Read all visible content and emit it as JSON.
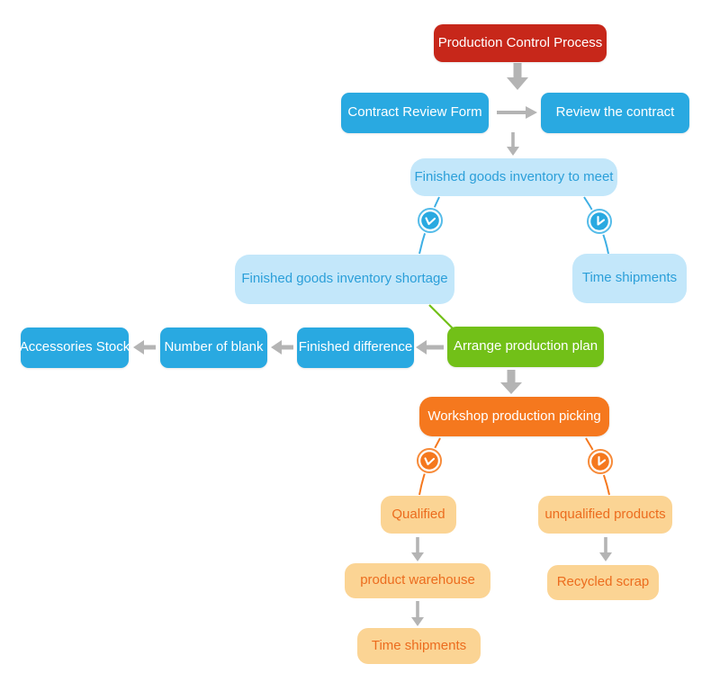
{
  "diagram_title": "Production Control Process",
  "palette": {
    "red": "#c7271a",
    "blue": "#29a9e1",
    "light_blue_fill": "#c3e7fa",
    "light_blue_text": "#2b9fd9",
    "green": "#72c018",
    "orange": "#f5781e",
    "light_orange_fill": "#fbd494",
    "light_orange_text": "#ec6c1e",
    "connector_gray": "#b4b4b4"
  },
  "nodes": [
    {
      "id": "production-control-process",
      "label": "Production Control Process",
      "style": "red"
    },
    {
      "id": "contract-review-form",
      "label": "Contract Review Form",
      "style": "blue"
    },
    {
      "id": "review-the-contract",
      "label": "Review the contract",
      "style": "blue"
    },
    {
      "id": "finished-goods-inventory-to-meet",
      "label": "Finished goods inventory to meet",
      "style": "lightblue"
    },
    {
      "id": "finished-goods-inventory-shortage",
      "label": "Finished goods inventory shortage",
      "style": "lightblue"
    },
    {
      "id": "time-shipments-upper",
      "label": "Time shipments",
      "style": "lightblue"
    },
    {
      "id": "accessories-stock",
      "label": "Accessories Stock",
      "style": "blue"
    },
    {
      "id": "number-of-blank",
      "label": "Number of blank",
      "style": "blue"
    },
    {
      "id": "finished-difference",
      "label": "Finished difference",
      "style": "blue"
    },
    {
      "id": "arrange-production-plan",
      "label": "Arrange production plan",
      "style": "green"
    },
    {
      "id": "workshop-production-picking",
      "label": "Workshop production picking",
      "style": "orange"
    },
    {
      "id": "qualified",
      "label": "Qualified",
      "style": "lightorange"
    },
    {
      "id": "unqualified-products",
      "label": "unqualified products",
      "style": "lightorange"
    },
    {
      "id": "product-warehouse",
      "label": "product warehouse",
      "style": "lightorange"
    },
    {
      "id": "recycled-scrap",
      "label": "Recycled scrap",
      "style": "lightorange"
    },
    {
      "id": "time-shipments-bottom",
      "label": "Time shipments",
      "style": "lightorange"
    }
  ],
  "icons": [
    "clock-icon-blue-left",
    "clock-icon-blue-right",
    "clock-icon-orange-left",
    "clock-icon-orange-right"
  ],
  "edges": [
    {
      "from": "production-control-process",
      "to": "contract-review-form",
      "type": "thick-gray-arrow-down"
    },
    {
      "from": "contract-review-form",
      "to": "review-the-contract",
      "type": "gray-arrow-right"
    },
    {
      "from": "contract-review-form",
      "to": "finished-goods-inventory-to-meet",
      "type": "gray-arrow-down"
    },
    {
      "from": "finished-goods-inventory-to-meet",
      "to": "finished-goods-inventory-shortage",
      "type": "blue-line-clock"
    },
    {
      "from": "finished-goods-inventory-to-meet",
      "to": "time-shipments-upper",
      "type": "blue-line-clock"
    },
    {
      "from": "finished-goods-inventory-shortage",
      "to": "arrange-production-plan",
      "type": "green-line"
    },
    {
      "from": "arrange-production-plan",
      "to": "finished-difference",
      "type": "gray-arrow-left"
    },
    {
      "from": "finished-difference",
      "to": "number-of-blank",
      "type": "gray-arrow-left"
    },
    {
      "from": "number-of-blank",
      "to": "accessories-stock",
      "type": "gray-arrow-left"
    },
    {
      "from": "arrange-production-plan",
      "to": "workshop-production-picking",
      "type": "thick-gray-arrow-down"
    },
    {
      "from": "workshop-production-picking",
      "to": "qualified",
      "type": "orange-line-clock"
    },
    {
      "from": "workshop-production-picking",
      "to": "unqualified-products",
      "type": "orange-line-clock"
    },
    {
      "from": "qualified",
      "to": "product-warehouse",
      "type": "gray-arrow-down"
    },
    {
      "from": "unqualified-products",
      "to": "recycled-scrap",
      "type": "gray-arrow-down"
    },
    {
      "from": "product-warehouse",
      "to": "time-shipments-bottom",
      "type": "gray-arrow-down"
    }
  ]
}
